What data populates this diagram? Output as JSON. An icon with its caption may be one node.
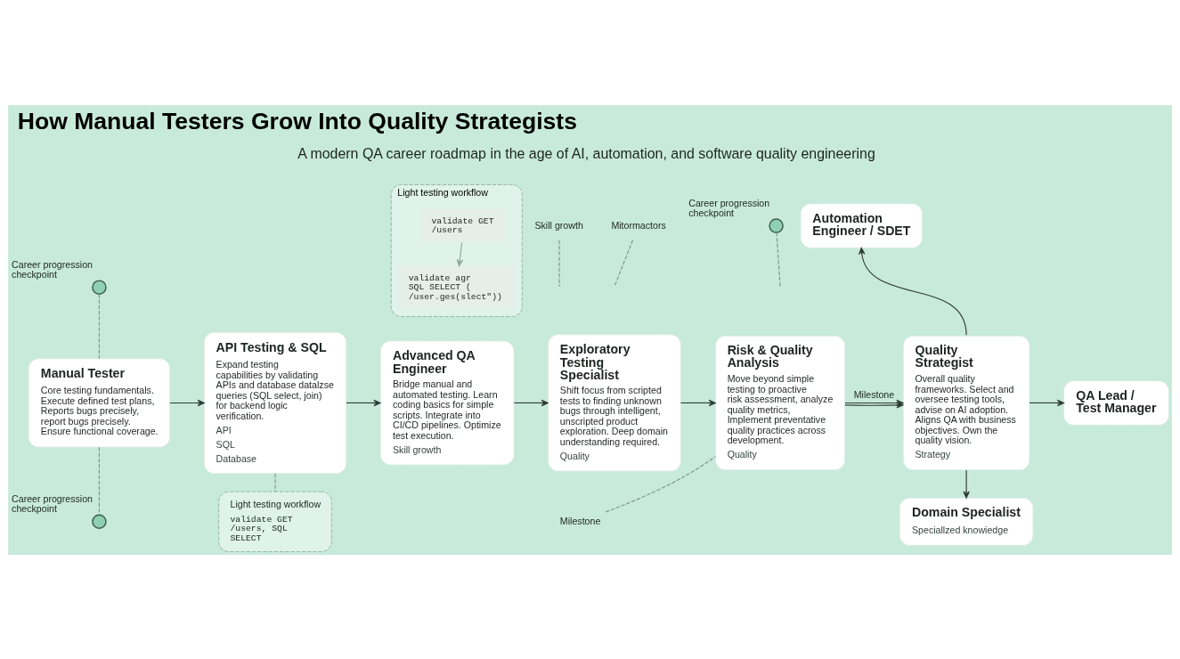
{
  "diagram": {
    "title": "How Manual Testers Grow Into Quality Strategists",
    "nodes": [
      {
        "text": [
          "Manual Tester",
          "Core testing fundamentals. Execute defined test plans, Reports bugs precisely, report bugs precisely. Ensure functional coverage."
        ]
      },
      {
        "text": [
          "API Testing & SQL",
          "Expand testing capabilities by validating APIs and database datalzse queries (SQL select, join) for backend logic verification.",
          "API",
          "SQL",
          "Database"
        ]
      },
      {
        "text": [
          "Advanced QA Engineer",
          "Bridge manual and automated testing. Learn coding basics for simple scripts. Integrate into CI/CD pipelines. Optimize test execution.",
          "Skill growth"
        ]
      },
      {
        "text": [
          "Exploratory Testing Specialist",
          "Shift focus from scripted tests to finding unknown bugs through intelligent, unscripted product exploration. Deep domain understanding required.",
          "Quality"
        ]
      },
      {
        "text": [
          "Risk & Quality Analysis",
          "Move beyond simple testing to proactive risk assessment, analyze quality metrics, Implement preventative quality practices across development.",
          "Quality"
        ]
      },
      {
        "text": [
          "Quality Strategist",
          "Overall quality frameworks. Select and oversee testing tools, advise on AI adoption. Aligns QA with business objectives. Own the quality vision.",
          "Strategy"
        ]
      },
      {
        "text": [
          "Automation Engineer / SDET"
        ]
      },
      {
        "text": [
          "QA Lead / Test Manager"
        ]
      },
      {
        "text": [
          "Domain Specialist",
          "Speciallzed knowiedge"
        ]
      },
      {
        "text": [
          "Light testing workflow"
        ]
      },
      {
        "text": [
          "validate GET /users"
        ],
        "in": 9
      },
      {
        "text": [
          "validate agr SQL SELECT ( /user.ges(slect\"))"
        ],
        "in": 9
      },
      {
        "text": [
          "Light testing workflow",
          "validate GET /users, SQL SELECT"
        ]
      },
      {
        "text": [],
        "shape": "circle",
        "beside": [
          "Career progression checkpoint"
        ]
      },
      {
        "text": [],
        "shape": "circle",
        "beside": [
          "Career progression checkpoint"
        ]
      },
      {
        "text": [],
        "shape": "circle",
        "beside": [
          "Career progression checkpoint"
        ]
      },
      {
        "text": [
          "Skill growth"
        ]
      },
      {
        "text": [
          "Mitormactors"
        ]
      },
      {
        "text": [
          "Milestone"
        ]
      }
    ],
    "edges": [
      {
        "from": 0,
        "to": 1,
        "arrow": "to"
      },
      {
        "from": 1,
        "to": 2,
        "arrow": "to"
      },
      {
        "from": 2,
        "to": 3,
        "arrow": "to"
      },
      {
        "from": 3,
        "to": 4,
        "arrow": "to"
      },
      {
        "from": 4,
        "to": 5,
        "arrow": "to"
      },
      {
        "from": 4,
        "to": 5,
        "arrow": "to",
        "label": "Milestone"
      },
      {
        "from": 5,
        "to": 6,
        "arrow": "to"
      },
      {
        "from": 5,
        "to": 7,
        "arrow": "to"
      },
      {
        "from": 5,
        "to": 8,
        "arrow": "to"
      },
      {
        "from": 10,
        "to": 11,
        "arrow": "to",
        "color": "#8fa89c"
      },
      {
        "from": 1,
        "to": 12,
        "arrow": "none",
        "style": "dashed",
        "color": "#7f948a"
      },
      {
        "from": 13,
        "to": 0,
        "arrow": "none",
        "style": "dashed",
        "color": "#7f948a"
      },
      {
        "from": 0,
        "to": 14,
        "arrow": "none",
        "style": "dashed",
        "color": "#7f948a"
      },
      {
        "from": 15,
        "to": null,
        "arrow": "none",
        "style": "dashed",
        "color": "#7f948a"
      },
      {
        "from": 16,
        "to": null,
        "arrow": "none",
        "style": "dashed",
        "color": "#7f948a"
      },
      {
        "from": 17,
        "to": null,
        "arrow": "none",
        "style": "dashed",
        "color": "#7f948a"
      },
      {
        "from": 18,
        "to": 4,
        "arrow": "none",
        "style": "dashed",
        "color": "#7f948a"
      }
    ],
    "labels": [
      "A modern QA career roadmap in the age of AI, automation, and software quality engineering"
    ]
  }
}
